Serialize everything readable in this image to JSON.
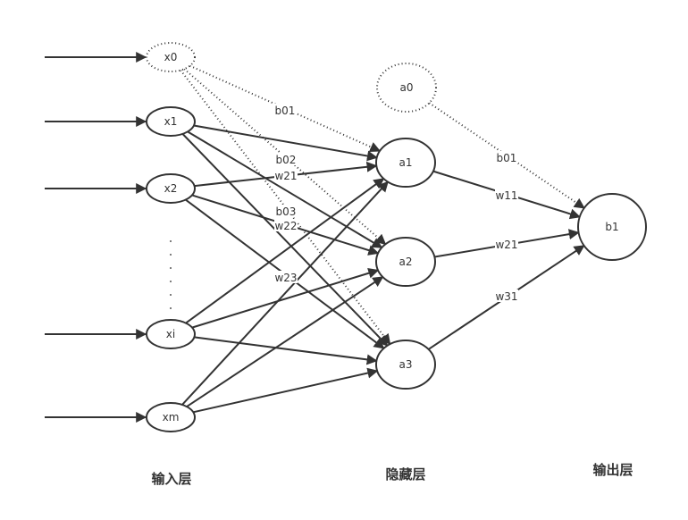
{
  "diagram": {
    "type": "neural-network",
    "colors": {
      "stroke": "#333333",
      "background": "#ffffff",
      "text": "#333333"
    },
    "layers": [
      {
        "id": "input",
        "label": "输入层"
      },
      {
        "id": "hidden",
        "label": "隐藏层"
      },
      {
        "id": "output",
        "label": "输出层"
      }
    ],
    "nodes": [
      {
        "id": "x0",
        "label": "x0",
        "layer": "input",
        "style": "dotted"
      },
      {
        "id": "x1",
        "label": "x1",
        "layer": "input",
        "style": "solid"
      },
      {
        "id": "x2",
        "label": "x2",
        "layer": "input",
        "style": "solid"
      },
      {
        "id": "xi",
        "label": "xi",
        "layer": "input",
        "style": "solid"
      },
      {
        "id": "xm",
        "label": "xm",
        "layer": "input",
        "style": "solid"
      },
      {
        "id": "a0",
        "label": "a0",
        "layer": "hidden",
        "style": "dotted"
      },
      {
        "id": "a1",
        "label": "a1",
        "layer": "hidden",
        "style": "solid"
      },
      {
        "id": "a2",
        "label": "a2",
        "layer": "hidden",
        "style": "solid"
      },
      {
        "id": "a3",
        "label": "a3",
        "layer": "hidden",
        "style": "solid"
      },
      {
        "id": "b1",
        "label": "b1",
        "layer": "output",
        "style": "solid"
      }
    ],
    "input_arrows": [
      "x0",
      "x1",
      "x2",
      "xi",
      "xm"
    ],
    "ellipsis_between": [
      "x2",
      "xi"
    ],
    "edges": [
      {
        "from": "x0",
        "to": "a1",
        "style": "dotted",
        "label": "b01"
      },
      {
        "from": "x0",
        "to": "a2",
        "style": "dotted",
        "label": "b02"
      },
      {
        "from": "x0",
        "to": "a3",
        "style": "dotted",
        "label": "b03"
      },
      {
        "from": "x1",
        "to": "a1",
        "style": "solid",
        "label": ""
      },
      {
        "from": "x1",
        "to": "a2",
        "style": "solid",
        "label": ""
      },
      {
        "from": "x1",
        "to": "a3",
        "style": "solid",
        "label": ""
      },
      {
        "from": "x2",
        "to": "a1",
        "style": "solid",
        "label": "w21"
      },
      {
        "from": "x2",
        "to": "a2",
        "style": "solid",
        "label": "w22"
      },
      {
        "from": "x2",
        "to": "a3",
        "style": "solid",
        "label": "w23"
      },
      {
        "from": "xi",
        "to": "a1",
        "style": "solid",
        "label": ""
      },
      {
        "from": "xi",
        "to": "a2",
        "style": "solid",
        "label": ""
      },
      {
        "from": "xi",
        "to": "a3",
        "style": "solid",
        "label": ""
      },
      {
        "from": "xm",
        "to": "a1",
        "style": "solid",
        "label": ""
      },
      {
        "from": "xm",
        "to": "a2",
        "style": "solid",
        "label": ""
      },
      {
        "from": "xm",
        "to": "a3",
        "style": "solid",
        "label": ""
      },
      {
        "from": "a0",
        "to": "b1",
        "style": "dotted",
        "label": "b01"
      },
      {
        "from": "a1",
        "to": "b1",
        "style": "solid",
        "label": "w11"
      },
      {
        "from": "a2",
        "to": "b1",
        "style": "solid",
        "label": "w21"
      },
      {
        "from": "a3",
        "to": "b1",
        "style": "solid",
        "label": "w31"
      }
    ]
  }
}
